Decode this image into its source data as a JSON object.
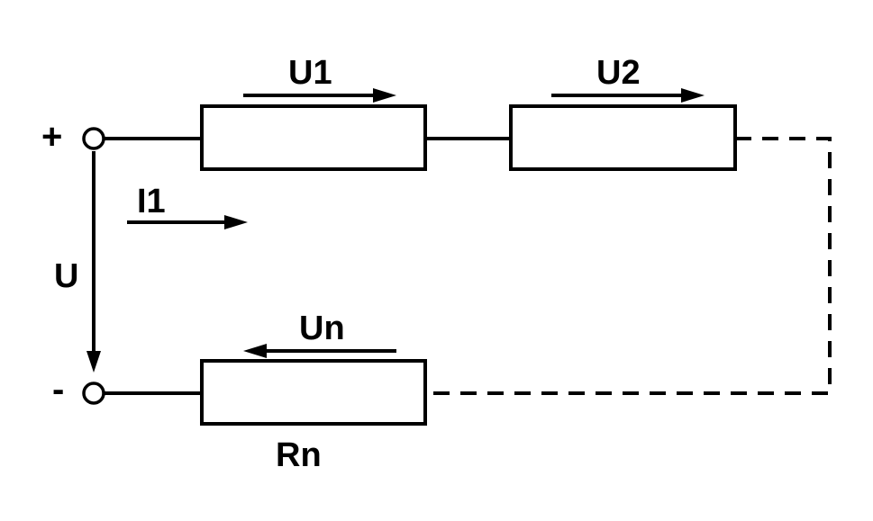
{
  "labels": {
    "u1": "U1",
    "u2": "U2",
    "un": "Un",
    "i1": "I1",
    "u": "U",
    "rn": "Rn",
    "plus": "+",
    "minus": "-"
  }
}
